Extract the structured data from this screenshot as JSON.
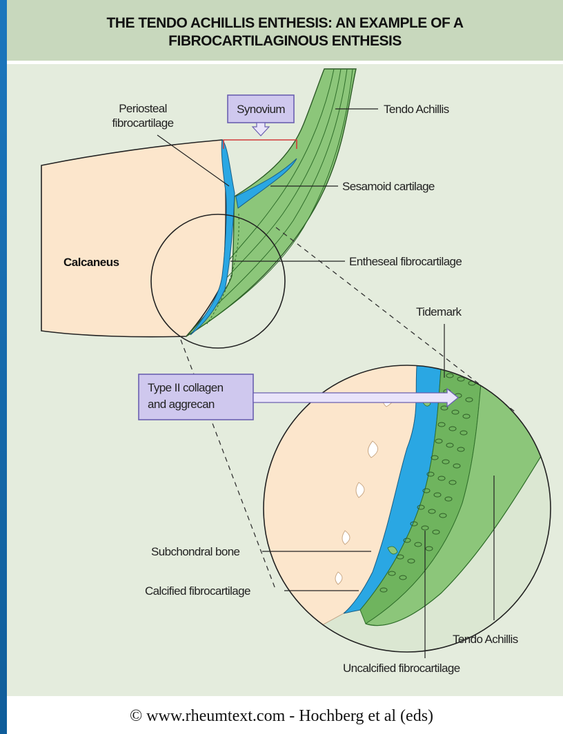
{
  "figure": {
    "title_line1": "THE TENDO ACHILLIS ENTHESIS: AN EXAMPLE OF A",
    "title_line2": "FIBROCARTILAGINOUS ENTHESIS"
  },
  "labels": {
    "periosteal_line1": "Periosteal",
    "periosteal_line2": "fibrocartilage",
    "synovium": "Synovium",
    "tendo_achillis_top": "Tendo Achillis",
    "sesamoid_cartilage": "Sesamoid cartilage",
    "calcaneus": "Calcaneus",
    "entheseal_fibrocartilage": "Entheseal fibrocartilage",
    "tidemark": "Tidemark",
    "collagen_line1": "Type II collagen",
    "collagen_line2": "and aggrecan",
    "subchondral_bone": "Subchondral bone",
    "calcified_fibrocartilage": "Calcified fibrocartilage",
    "tendo_achillis_bottom": "Tendo Achillis",
    "uncalcified_fibrocartilage": "Uncalcified fibrocartilage"
  },
  "footer": {
    "credit": "© www.rheumtext.com - Hochberg et al (eds)"
  },
  "colors": {
    "panel": "#e4ecdd",
    "title_band": "#c8d8bd",
    "bone": "#fce6cc",
    "tendon_green": "#8cc67a",
    "fibrocartilage_green": "#6fb45e",
    "calcified_blue": "#2aa7e3",
    "callout_fill": "#cfc8ee",
    "callout_border": "#6a5fb0",
    "synovium_bracket": "#d23a3a"
  }
}
